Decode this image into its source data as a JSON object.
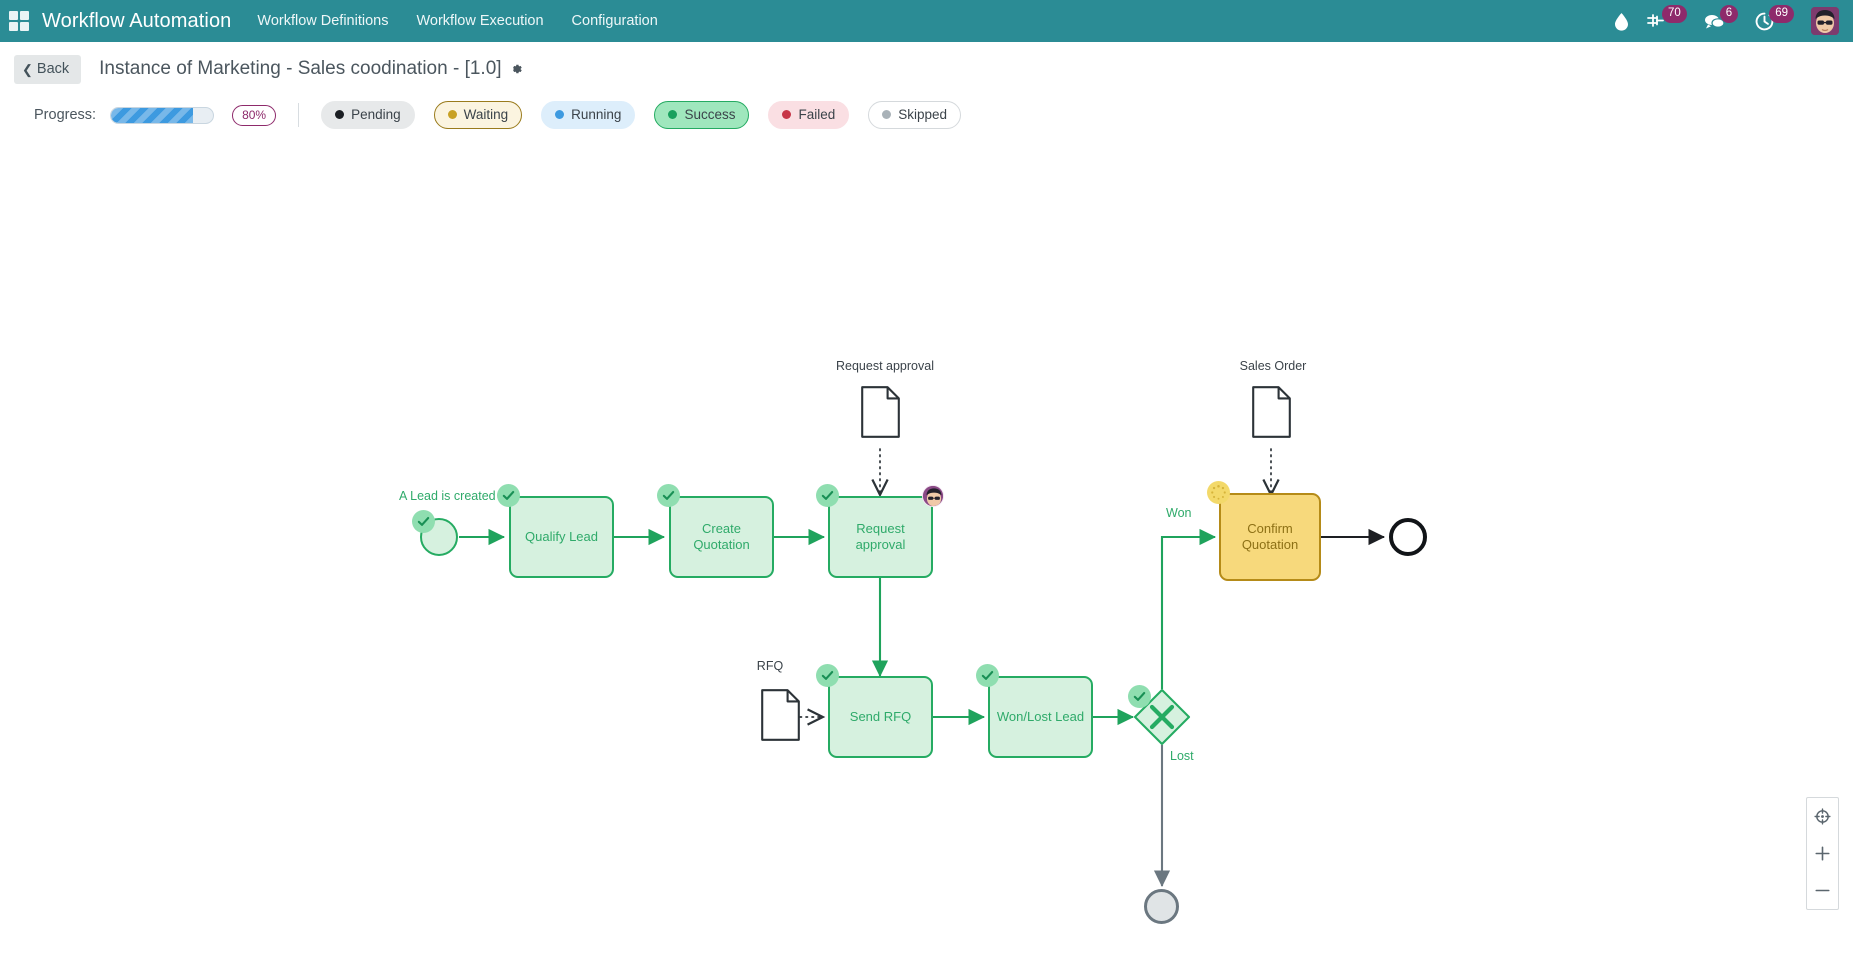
{
  "navbar": {
    "apps_icon": "apps-grid-icon",
    "brand": "Workflow Automation",
    "links": [
      {
        "label": "Workflow Definitions",
        "name": "nav-workflow-definitions"
      },
      {
        "label": "Workflow Execution",
        "name": "nav-workflow-execution"
      },
      {
        "label": "Configuration",
        "name": "nav-configuration"
      }
    ],
    "right_icons": [
      {
        "name": "water-drop-icon",
        "count": null
      },
      {
        "name": "activity-plug-icon",
        "count": "70"
      },
      {
        "name": "messages-icon",
        "count": "6"
      },
      {
        "name": "clock-icon",
        "count": "69"
      }
    ],
    "avatar": "user-avatar",
    "accent_color": "#2b8c95",
    "badge_color": "#8e2a6b"
  },
  "subheader": {
    "back_label": "Back",
    "title": "Instance of Marketing - Sales coodination - [1.0]",
    "gear_icon": "gear-icon"
  },
  "statusbar": {
    "progress_label": "Progress:",
    "progress_percent": 80,
    "progress_percent_text": "80%",
    "progress_color": "#3d9ae0",
    "legend": [
      {
        "label": "Pending",
        "dot": "#1b1f23",
        "bg": "#e7e9ea",
        "border": "#e7e9ea",
        "text": "#3b434a"
      },
      {
        "label": "Waiting",
        "dot": "#c8a125",
        "bg": "#fbf4e0",
        "border": "#9a7b1c",
        "text": "#3b434a"
      },
      {
        "label": "Running",
        "dot": "#3d9ae0",
        "bg": "#ddeefb",
        "border": "#ddeefb",
        "text": "#3b434a"
      },
      {
        "label": "Success",
        "dot": "#18a05d",
        "bg": "#9fe7bd",
        "border": "#25ab62",
        "text": "#3b434a"
      },
      {
        "label": "Failed",
        "dot": "#c73648",
        "bg": "#fadfe3",
        "border": "#fadfe3",
        "text": "#3b434a"
      },
      {
        "label": "Skipped",
        "dot": "#a9b2b8",
        "bg": "#ffffff",
        "border": "#d5d9dc",
        "text": "#3b434a"
      }
    ]
  },
  "diagram": {
    "type": "bpmn-workflow",
    "start_event": {
      "name": "start-event",
      "label": "A Lead is created",
      "state": "success"
    },
    "tasks": [
      {
        "id": "qualify-lead",
        "label": "Qualify Lead",
        "state": "success",
        "badge": "check"
      },
      {
        "id": "create-quotation",
        "label": "Create Quotation",
        "state": "success",
        "badge": "check"
      },
      {
        "id": "request-approval",
        "label": "Request approval",
        "state": "success",
        "badge": "check",
        "assignee_avatar": true
      },
      {
        "id": "send-rfq",
        "label": "Send RFQ",
        "state": "success",
        "badge": "check"
      },
      {
        "id": "won-lost-lead",
        "label": "Won/Lost Lead",
        "state": "success",
        "badge": "check"
      },
      {
        "id": "confirm-quotation",
        "label": "Confirm Quotation",
        "state": "waiting",
        "badge": "spinner"
      }
    ],
    "gateway": {
      "id": "exclusive-gateway",
      "symbol": "X",
      "state": "success"
    },
    "data_objects": [
      {
        "id": "request-approval-doc",
        "label": "Request approval"
      },
      {
        "id": "sales-order-doc",
        "label": "Sales Order"
      },
      {
        "id": "rfq-doc",
        "label": "RFQ"
      }
    ],
    "flow_labels": [
      {
        "id": "won-flow-label",
        "label": "Won",
        "state": "success"
      },
      {
        "id": "lost-flow-label",
        "label": "Lost",
        "state": "skipped"
      }
    ],
    "end_events": [
      {
        "id": "end-event-won",
        "state": "pending"
      },
      {
        "id": "end-event-lost",
        "state": "skipped"
      }
    ]
  },
  "zoom_controls": [
    {
      "name": "fit-viewport-icon",
      "glyph": "target"
    },
    {
      "name": "zoom-in-icon",
      "glyph": "+"
    },
    {
      "name": "zoom-out-icon",
      "glyph": "-"
    }
  ]
}
